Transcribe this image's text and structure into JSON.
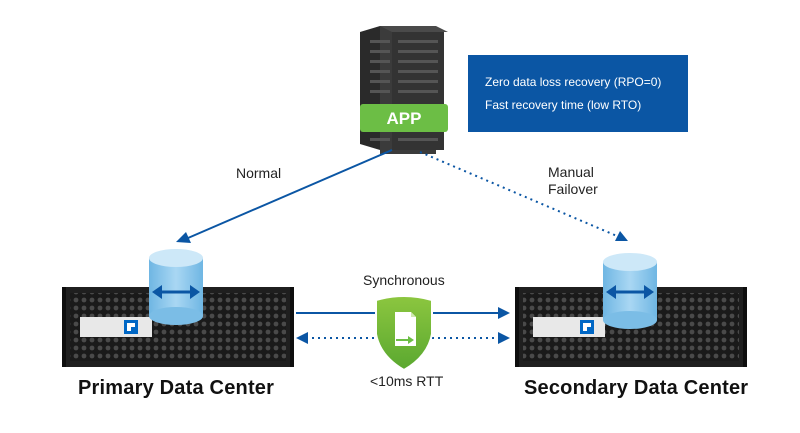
{
  "app_label": "APP",
  "info_box": {
    "line1": "Zero data loss recovery (RPO=0)",
    "line2": "Fast recovery time (low RTO)"
  },
  "labels": {
    "normal": "Normal",
    "failover_line1": "Manual",
    "failover_line2": "Failover",
    "synchronous": "Synchronous",
    "rtt": "<10ms RTT"
  },
  "data_centers": {
    "primary": "Primary Data Center",
    "secondary": "Secondary Data Center"
  },
  "colors": {
    "accent_blue": "#0b56a4",
    "app_green": "#6cbe45",
    "db_light_blue": "#8fc8ea"
  }
}
